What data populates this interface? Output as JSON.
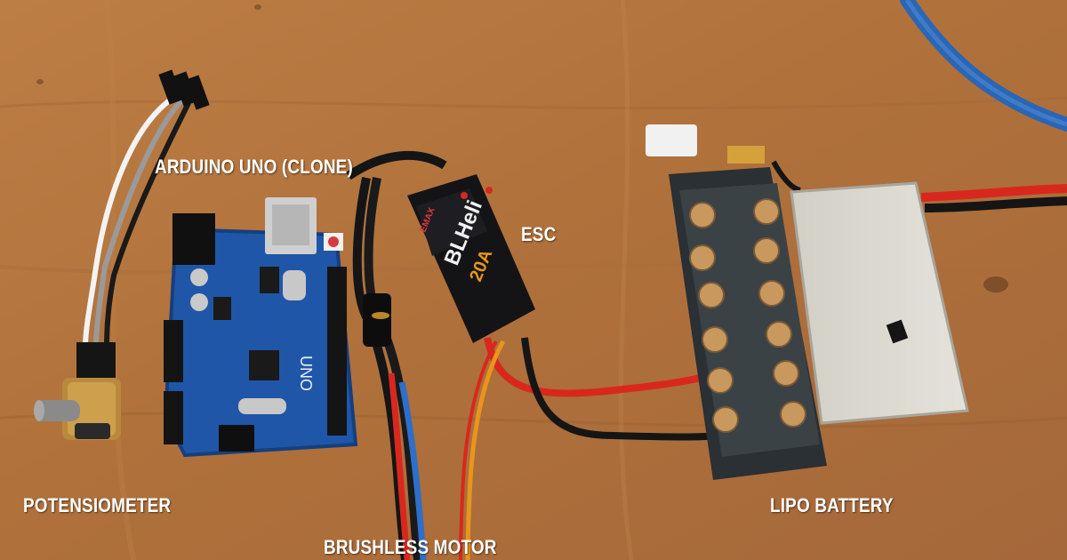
{
  "captions": {
    "arduino": "ARDUINO UNO (CLONE)",
    "esc": "ESC",
    "potentiometer": "POTENSIOMETER",
    "lipo": "LIPO BATTERY",
    "motor": "BRUSHLESS MOTOR"
  },
  "board_labels": {
    "uno": "UNO",
    "esc_brand": "EMAX",
    "esc_model": "BLHeli",
    "esc_rating": "20A"
  },
  "colors": {
    "table_wood": "#b2743e",
    "arduino_board": "#1f56a8",
    "esc_body": "#141416",
    "wire_red": "#d8281e",
    "wire_black": "#151515",
    "wire_blue": "#2d6fc9",
    "wire_orange": "#e8951c",
    "terminal_block": "#2a3034",
    "battery_wrap": "#d9d7cf"
  }
}
